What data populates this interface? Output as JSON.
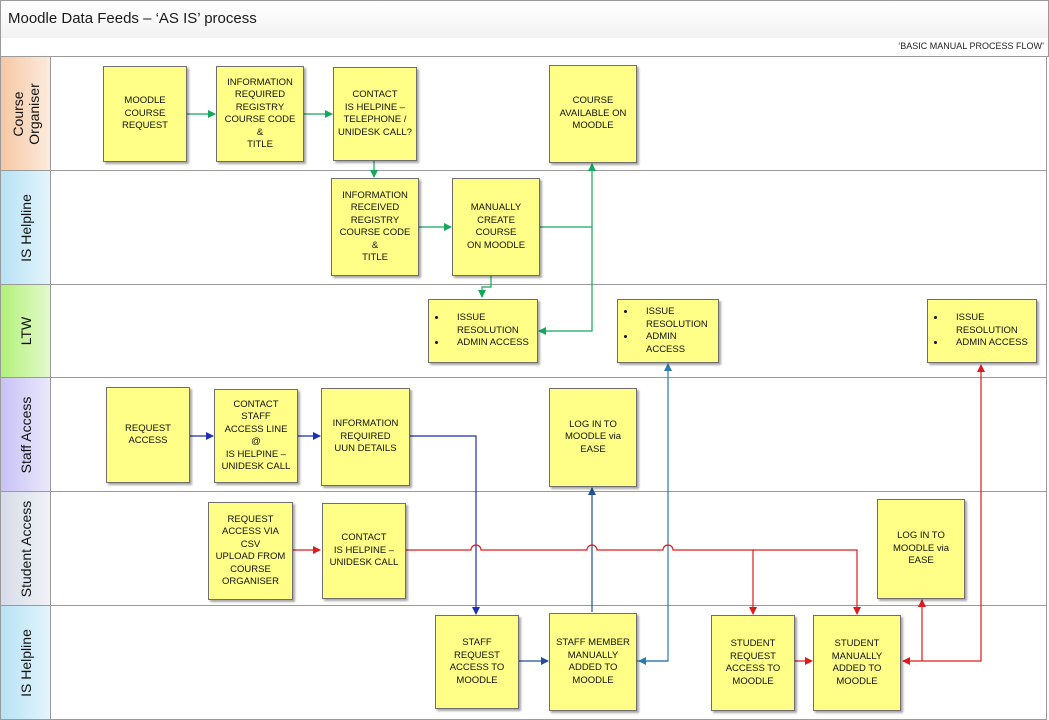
{
  "header": {
    "title": "Moodle Data Feeds – ‘AS IS’ process",
    "phase": "‘BASIC MANUAL PROCESS FLOW’"
  },
  "lanes": [
    {
      "label": "Course\nOrganiser",
      "color": "#f6c8a4"
    },
    {
      "label": "IS Helpline",
      "color": "#b7e2f5"
    },
    {
      "label": "LTW",
      "color": "#b3f07a"
    },
    {
      "label": "Staff Access",
      "color": "#c8c2f5"
    },
    {
      "label": "Student Access",
      "color": "#d6dce8"
    },
    {
      "label": "IS Helpline",
      "color": "#b7e2f5"
    }
  ],
  "boxes": {
    "moodle_course_request": "MOODLE\nCOURSE\nREQUEST",
    "info_required_registry": "INFORMATION\nREQUIRED\nREGISTRY\nCOURSE CODE &\nTITLE",
    "contact_is_helpline": "CONTACT\nIS HELPINE –\nTELEPHONE /\nUNIDESK CALL?",
    "course_available": "COURSE\nAVAILABLE ON\nMOODLE",
    "info_received_registry": "INFORMATION\nRECEIVED\nREGISTRY\nCOURSE CODE &\nTITLE",
    "manually_create_course": "MANUALLY\nCREATE COURSE\nON MOODLE",
    "ltw_issue_1": [
      "ISSUE\nRESOLUTION",
      "ADMIN ACCESS"
    ],
    "ltw_issue_2": [
      "ISSUE\nRESOLUTION",
      "ADMIN ACCESS"
    ],
    "ltw_issue_3": [
      "ISSUE\nRESOLUTION",
      "ADMIN ACCESS"
    ],
    "request_access": "REQUEST\nACCESS",
    "contact_staff_access_line": "CONTACT STAFF\nACCESS LINE @\nIS HELPINE –\nUNIDESK CALL",
    "info_required_uun": "INFORMATION\nREQUIRED\nUUN DETAILS",
    "staff_log_in": "LOG IN TO\nMOODLE via\nEASE",
    "request_access_csv": "REQUEST\nACCESS VIA CSV\nUPLOAD FROM\nCOURSE\nORGANISER",
    "contact_is_helpine_unidesk": "CONTACT\nIS HELPINE –\nUNIDESK CALL",
    "student_log_in": "LOG IN TO\nMOODLE via\nEASE",
    "staff_request_access": "STAFF REQUEST\nACCESS TO\nMOODLE",
    "staff_member_added": "STAFF MEMBER\nMANUALLY\nADDED TO\nMOODLE",
    "student_request_access": "STUDENT\nREQUEST\nACCESS TO\nMOODLE",
    "student_manually_added": "STUDENT\nMANUALLY\nADDED TO\nMOODLE"
  },
  "colors": {
    "box_fill": "#ffff88",
    "flow_green": "#14a85a",
    "flow_blue": "#1f2fb8",
    "flow_navy": "#1f4e9a",
    "flow_red": "#e0191c",
    "flow_teal": "#2a7ab0"
  }
}
